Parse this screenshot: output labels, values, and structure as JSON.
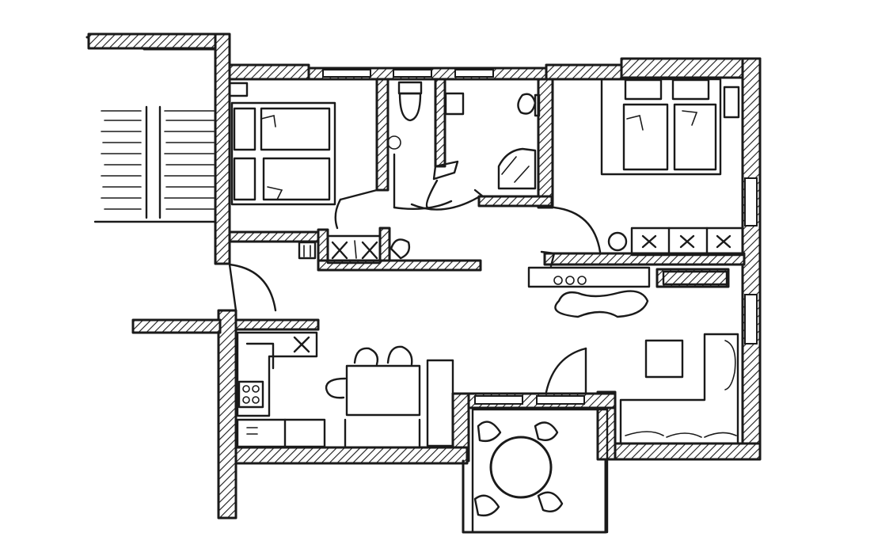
{
  "drawing": {
    "style": "hand-drawn ink floor plan sketch",
    "ink_color": "#1a1a1a",
    "paper_color": "#ffffff",
    "wall_fill": "diagonal hatch"
  },
  "rooms": [
    {
      "id": "bedroom-1",
      "furniture": [
        "double-bed-icon"
      ]
    },
    {
      "id": "bathroom",
      "furniture": [
        "toilet-icon",
        "sink-icon"
      ]
    },
    {
      "id": "shower-room",
      "furniture": [
        "toilet-icon",
        "shower-icon"
      ]
    },
    {
      "id": "master-bedroom",
      "furniture": [
        "double-bed-icon",
        "wardrobe-icon"
      ]
    },
    {
      "id": "hallway",
      "furniture": [
        "wardrobe-icon",
        "door-swing-icon"
      ]
    },
    {
      "id": "kitchen-dining",
      "furniture": [
        "kitchen-counter-icon",
        "stove-icon",
        "dining-table-icon",
        "chair-icon"
      ]
    },
    {
      "id": "living-room",
      "furniture": [
        "sofa-icon",
        "coffee-table-icon",
        "desk-icon",
        "tv-console-icon"
      ]
    },
    {
      "id": "balcony",
      "furniture": [
        "round-table-icon",
        "chair-icon"
      ]
    },
    {
      "id": "stairwell",
      "furniture": [
        "stairs-icon"
      ]
    }
  ]
}
